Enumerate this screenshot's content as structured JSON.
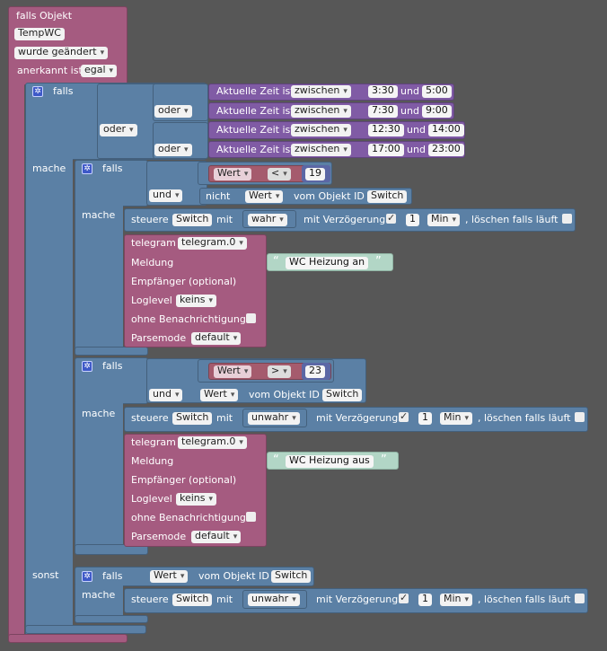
{
  "event": {
    "title": "falls Objekt",
    "object": "TempWC",
    "trigger": "wurde geändert",
    "ack_label": "anerkannt ist",
    "ack_value": "egal"
  },
  "if1": {
    "falls": "falls",
    "mache": "mache",
    "sonst": "sonst",
    "or_label": "oder",
    "time_label": "Aktuelle Zeit ist",
    "between": "zwischen",
    "and": "und",
    "ranges": [
      {
        "from": "3:30",
        "to": "5:00"
      },
      {
        "from": "7:30",
        "to": "9:00"
      },
      {
        "from": "12:30",
        "to": "14:00"
      },
      {
        "from": "17:00",
        "to": "23:00"
      }
    ]
  },
  "common": {
    "falls": "falls",
    "mache": "mache",
    "und": "und",
    "nicht": "nicht",
    "wert": "Wert",
    "vom_objekt": "vom Objekt ID",
    "switch": "Switch",
    "steuere": "steuere",
    "mit": "mit",
    "mit_verz": "mit Verzögerung",
    "delay_value": "1",
    "delay_unit": "Min",
    "clear_label": ", löschen falls läuft",
    "telegram": "telegram",
    "telegram_inst": "telegram.0",
    "meldung": "Meldung",
    "empfaenger": "Empfänger (optional)",
    "loglevel": "Loglevel",
    "loglevel_value": "keins",
    "ohne": "ohne Benachrichtigung",
    "parsemode": "Parsemode",
    "parsemode_value": "default",
    "quote_open": "“",
    "quote_close": "”"
  },
  "branch_on": {
    "operator": "<",
    "threshold": "19",
    "set_value": "wahr",
    "message": "WC Heizung an"
  },
  "branch_off": {
    "operator": ">",
    "threshold": "23",
    "set_value": "unwahr",
    "message": "WC Heizung aus"
  },
  "branch_else": {
    "set_value": "unwahr"
  },
  "colors": {
    "event": "#A55B80",
    "logic": "#5B80A5",
    "time": "#805BA5",
    "compare": "#A55B6D",
    "text": "#B2D6C6",
    "background": "#575757"
  }
}
